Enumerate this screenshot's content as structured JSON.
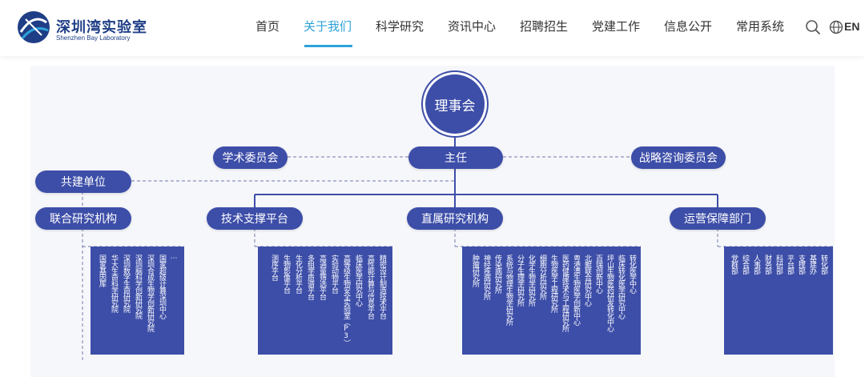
{
  "header": {
    "logo_cn": "深圳湾实验室",
    "logo_en": "Shenzhen Bay Laboratory",
    "nav": [
      "首页",
      "关于我们",
      "科学研究",
      "资讯中心",
      "招聘招生",
      "党建工作",
      "信息公开",
      "常用系统"
    ],
    "active_nav": "关于我们",
    "lang": "EN",
    "accent_color": "#2ea2d9",
    "brand_color": "#1f3e86"
  },
  "org": {
    "council": "理事会",
    "director": "主任",
    "academic_committee": "学术委员会",
    "strategic_committee": "战略咨询委员会",
    "co_building": "共建单位",
    "node_color": "#3d4ea8",
    "departments": [
      {
        "name": "联合研究机构",
        "items": [
          "⋯",
          "国家超级计算深圳中心",
          "深圳合成生物学创新研究院",
          "深圳脑科学创新研究院",
          "深圳数字生命研究院",
          "华大生命科学研究院",
          "国家基因库"
        ]
      },
      {
        "name": "技术支撑平台",
        "items": [
          "精密设计制造技术平台",
          "高性能计算与信息平台",
          "临床医学研究中心",
          "高等级生物安全实验室（P3）",
          "实验动物平台",
          "高通量筛选平台",
          "多组学质谱平台",
          "生化分析平台",
          "生物影像平台",
          "测序平台"
        ]
      },
      {
        "name": "直属研究机构",
        "items": [
          "转化医学中心",
          "临床转化医学研究中心",
          "坪山生物医药研发转化中心",
          "百瑞创新中心",
          "北鲲联合研究中心",
          "粤港澳生物医学创新中心",
          "医药健康技术与工程研究所",
          "生物医学工程研究所",
          "细胞分析研究所",
          "化学生物学研究所",
          "分子生理学研究所",
          "系统与物理生物学研究所",
          "传染病研究所",
          "神经疾病研究所",
          "肿瘤研究所"
        ]
      },
      {
        "name": "运营保障部门",
        "items": [
          "转化部",
          "基建办",
          "支撑部",
          "平台部",
          "科研部",
          "财务部",
          "人事部",
          "综合部",
          "党群部"
        ]
      }
    ]
  }
}
